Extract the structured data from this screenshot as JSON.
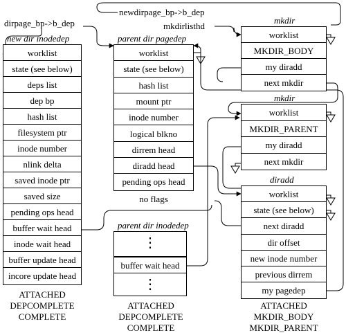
{
  "top_labels": {
    "dirpage_bp": "dirpage_bp->b_dep",
    "newdirpage_bp": "newdirpage_bp->b_dep",
    "mkdirlisthd": "mkdirlisthd"
  },
  "new_dir_inodedep": {
    "title": "new dir inodedep",
    "fields": [
      "worklist",
      "state (see below)",
      "deps list",
      "dep bp",
      "hash list",
      "filesystem ptr",
      "inode number",
      "nlink delta",
      "saved inode ptr",
      "saved size",
      "pending ops head",
      "buffer wait head",
      "inode wait head",
      "buffer update head",
      "incore update head"
    ],
    "flags": [
      "ATTACHED",
      "DEPCOMPLETE",
      "COMPLETE"
    ]
  },
  "parent_dir_pagedep": {
    "title": "parent dir pagedep",
    "fields": [
      "worklist",
      "state (see below)",
      "hash list",
      "mount ptr",
      "inode number",
      "logical blkno",
      "dirrem head",
      "diradd head",
      "pending ops head"
    ],
    "flags": [
      "no flags"
    ]
  },
  "parent_dir_inodedep": {
    "title": "parent dir inodedep",
    "field": "buffer wait head",
    "dots_top": "⋮",
    "dots_bottom": "⋮",
    "flags": [
      "ATTACHED",
      "DEPCOMPLETE",
      "COMPLETE"
    ]
  },
  "mkdir_body": {
    "title": "mkdir",
    "fields": [
      "worklist",
      "MKDIR_BODY",
      "my diradd",
      "next mkdir"
    ]
  },
  "mkdir_parent": {
    "title": "mkdir",
    "fields": [
      "worklist",
      "MKDIR_PARENT",
      "my diradd",
      "next mkdir"
    ]
  },
  "diradd": {
    "title": "diradd",
    "fields": [
      "worklist",
      "state (see below)",
      "next diradd",
      "dir offset",
      "new inode number",
      "previous dirrem",
      "my pagedep"
    ],
    "flags": [
      "ATTACHED",
      "MKDIR_BODY",
      "MKDIR_PARENT"
    ]
  }
}
